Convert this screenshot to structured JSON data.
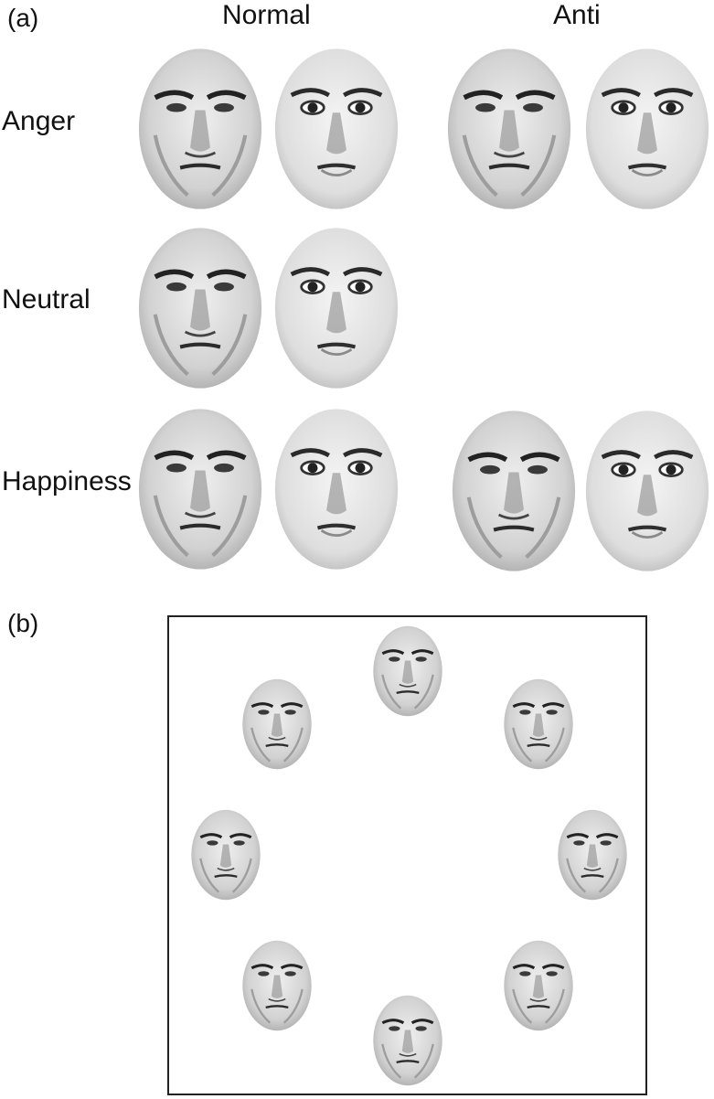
{
  "panel_a": {
    "label": "(a)",
    "column_headers": [
      "Normal",
      "Anti"
    ],
    "rows": [
      {
        "label": "Anger"
      },
      {
        "label": "Neutral"
      },
      {
        "label": "Happiness"
      }
    ]
  },
  "panel_b": {
    "label": "(b)"
  },
  "colors": {
    "skin": "#d9d9d9",
    "skin_light": "#ececec",
    "shadow": "#8a8a8a",
    "feature": "#2a2a2a",
    "frame": "#222222"
  }
}
